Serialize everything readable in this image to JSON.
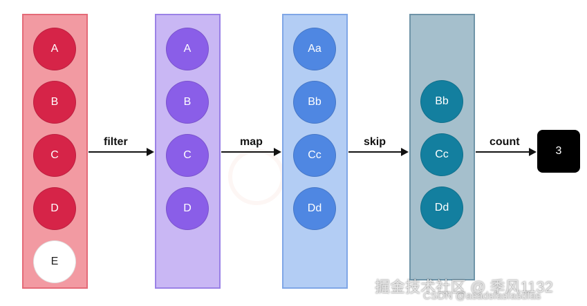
{
  "columns": [
    {
      "fill": "#f29aa2",
      "border": "#e46a77",
      "items": [
        {
          "label": "A",
          "color": "#d62448",
          "text": "#ffffff"
        },
        {
          "label": "B",
          "color": "#d62448",
          "text": "#ffffff"
        },
        {
          "label": "C",
          "color": "#d62448",
          "text": "#ffffff"
        },
        {
          "label": "D",
          "color": "#d62448",
          "text": "#ffffff"
        },
        {
          "label": "E",
          "color": "#ffffff",
          "text": "#222222"
        }
      ]
    },
    {
      "fill": "#c9b7f4",
      "border": "#9a81e6",
      "items": [
        {
          "label": "A",
          "color": "#8a5ee8",
          "text": "#ffffff"
        },
        {
          "label": "B",
          "color": "#8a5ee8",
          "text": "#ffffff"
        },
        {
          "label": "C",
          "color": "#8a5ee8",
          "text": "#ffffff"
        },
        {
          "label": "D",
          "color": "#8a5ee8",
          "text": "#ffffff"
        }
      ]
    },
    {
      "fill": "#b3cdf4",
      "border": "#7fa6e6",
      "items": [
        {
          "label": "Aa",
          "color": "#4f87e2",
          "text": "#ffffff"
        },
        {
          "label": "Bb",
          "color": "#4f87e2",
          "text": "#ffffff"
        },
        {
          "label": "Cc",
          "color": "#4f87e2",
          "text": "#ffffff"
        },
        {
          "label": "Dd",
          "color": "#4f87e2",
          "text": "#ffffff"
        }
      ]
    },
    {
      "fill": "#a5bfcc",
      "border": "#6f94a8",
      "items": [
        {
          "label": "Bb",
          "color": "#137f9f",
          "text": "#ffffff"
        },
        {
          "label": "Cc",
          "color": "#137f9f",
          "text": "#ffffff"
        },
        {
          "label": "Dd",
          "color": "#137f9f",
          "text": "#ffffff"
        }
      ]
    }
  ],
  "operations": [
    "filter",
    "map",
    "skip",
    "count"
  ],
  "result": "3",
  "watermark": {
    "line1": "掘金技术社区 @ 季风1132",
    "line2": "CSDN @asadsfasfasdfas"
  }
}
